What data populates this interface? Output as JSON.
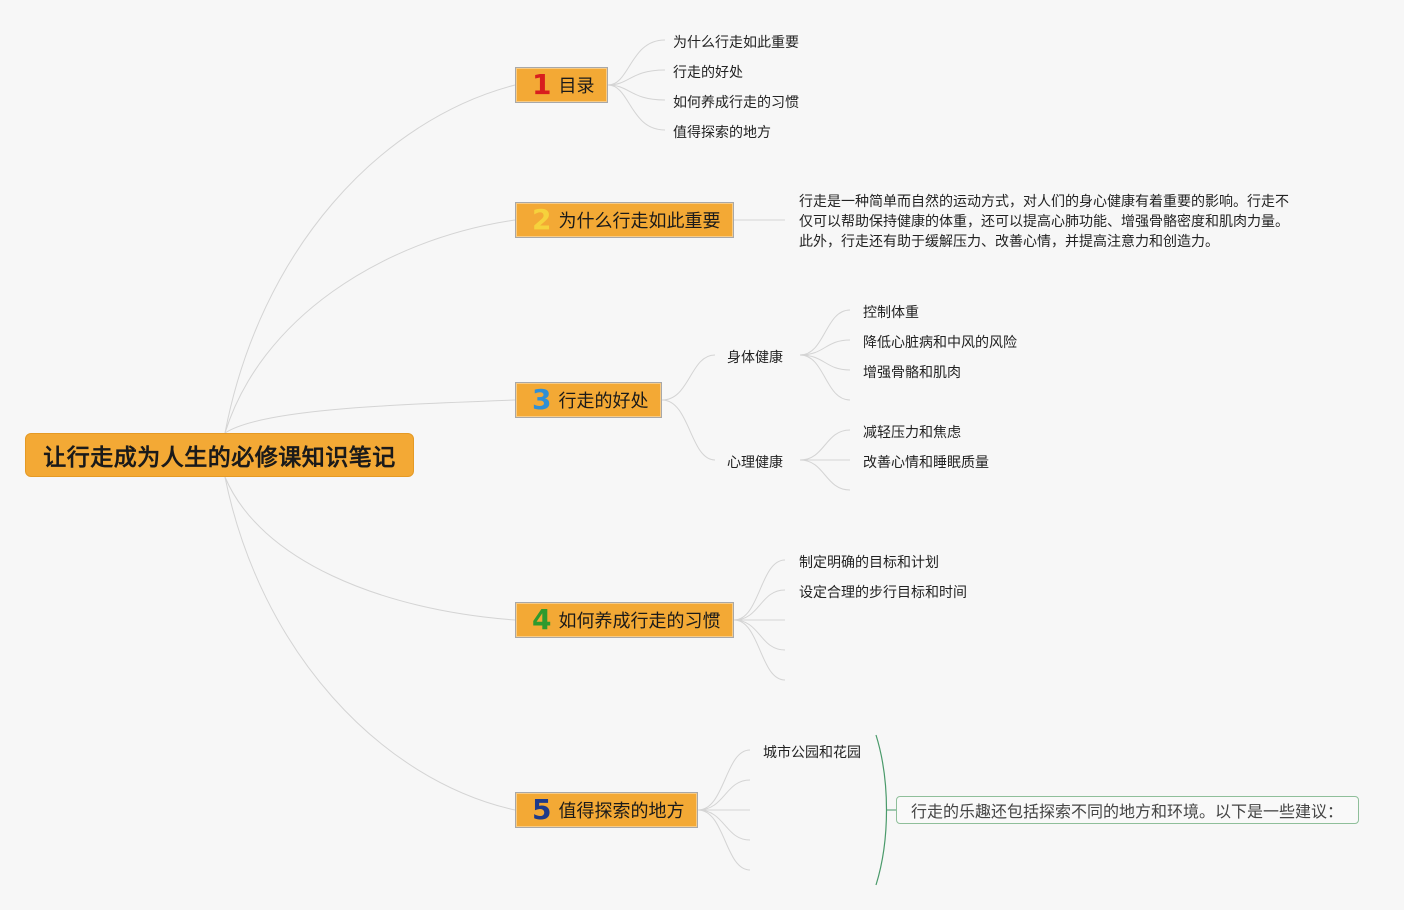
{
  "root": {
    "title": "让行走成为人生的必修课知识笔记"
  },
  "topics": [
    {
      "num": "1",
      "label": "目录",
      "num_color": "#d81e1e",
      "children": [
        "为什么行走如此重要",
        "行走的好处",
        "如何养成行走的习惯",
        "值得探索的地方"
      ]
    },
    {
      "num": "2",
      "label": "为什么行走如此重要",
      "num_color": "#f6d23c",
      "paragraph": "行走是一种简单而自然的运动方式，对人们的身心健康有着重要的影响。行走不仅可以帮助保持健康的体重，还可以提高心肺功能、增强骨骼密度和肌肉力量。此外，行走还有助于缓解压力、改善心情，并提高注意力和创造力。"
    },
    {
      "num": "3",
      "label": "行走的好处",
      "num_color": "#2f8fd6",
      "groups": [
        {
          "label": "身体健康",
          "children": [
            "控制体重",
            "降低心脏病和中风的风险",
            "增强骨骼和肌肉"
          ]
        },
        {
          "label": "心理健康",
          "children": [
            "减轻压力和焦虑",
            "改善心情和睡眠质量"
          ]
        }
      ]
    },
    {
      "num": "4",
      "label": "如何养成行走的习惯",
      "num_color": "#2e9a2e",
      "children": [
        "制定明确的目标和计划",
        "设定合理的步行目标和时间"
      ]
    },
    {
      "num": "5",
      "label": "值得探索的地方",
      "num_color": "#1e3a8a",
      "children": [
        "城市公园和花园"
      ],
      "note": "行走的乐趣还包括探索不同的地方和环境。以下是一些建议："
    }
  ],
  "colors": {
    "topic_fill": "#f3a935",
    "line": "#d2d2d2",
    "note_border": "#8fbf9a"
  }
}
